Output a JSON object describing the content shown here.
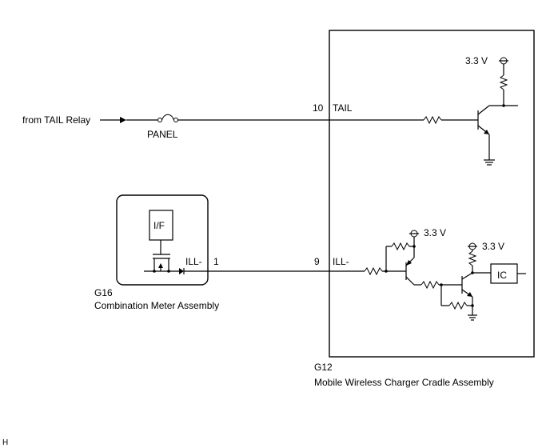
{
  "input_label": "from TAIL Relay",
  "fuse_label": "PANEL",
  "meter": {
    "code": "G16",
    "name": "Combination Meter Assembly",
    "interface_label": "I/F",
    "pin_label": "ILL-",
    "pin_number": "1"
  },
  "charger": {
    "code": "G12",
    "name": "Mobile Wireless Charger Cradle Assembly",
    "tail_pin_number": "10",
    "tail_pin_label": "TAIL",
    "ill_pin_number": "9",
    "ill_pin_label": "ILL-",
    "ic_label": "IC",
    "supply_voltage_1": "3.3 V",
    "supply_voltage_2": "3.3 V",
    "supply_voltage_3": "3.3 V"
  },
  "footer_mark": "H"
}
